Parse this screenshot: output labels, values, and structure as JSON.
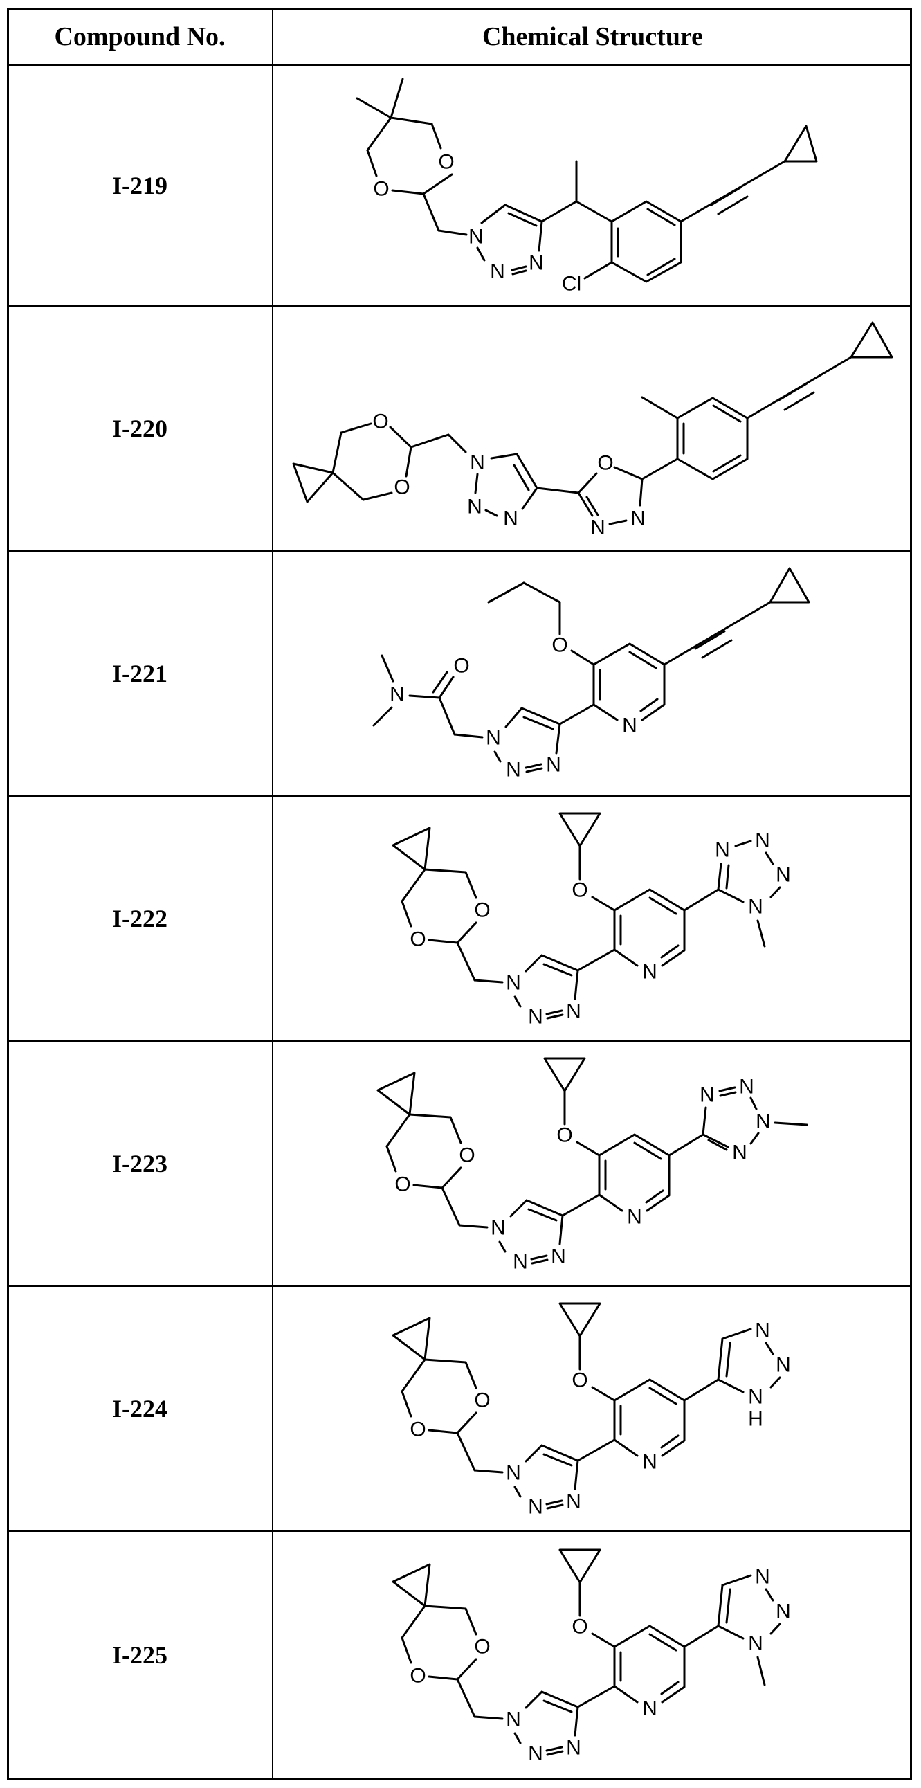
{
  "table": {
    "headers": {
      "compound_no": "Compound No.",
      "structure": "Chemical Structure"
    },
    "rows": [
      {
        "compound": "I-219",
        "structure_desc": "2-(5,5-dimethyl-1,3-dioxan-2-yl)methyl-1,2,3-triazol-4-yl ethyl linked to 2-chloro-5-(cyclopropylethynyl)phenyl",
        "atom_labels": [
          "O",
          "O",
          "N",
          "N",
          "N",
          "Cl"
        ]
      },
      {
        "compound": "I-220",
        "structure_desc": "5,7-dioxaspiro[2.5]octan-6-ylmethyl triazole linked to 1,3,4-oxadiazole bearing 2-methyl-4-(cyclopropylethynyl)phenyl",
        "atom_labels": [
          "O",
          "O",
          "N",
          "N",
          "N",
          "O",
          "N",
          "N"
        ]
      },
      {
        "compound": "I-221",
        "structure_desc": "N,N-dimethyl-2-[4-(3-propoxy-5-(cyclopropylethynyl)pyridin-2-yl)-1,2,3-triazol-1-yl]acetamide",
        "atom_labels": [
          "N",
          "O",
          "N",
          "N",
          "N",
          "O",
          "N"
        ]
      },
      {
        "compound": "I-222",
        "structure_desc": "dioxaspirooctane triazole pyridine with 3-cyclopropoxy and 5-(1-methyltetrazol-5-yl)",
        "atom_labels": [
          "O",
          "O",
          "N",
          "N",
          "N",
          "O",
          "N",
          "N",
          "N",
          "N",
          "N"
        ]
      },
      {
        "compound": "I-223",
        "structure_desc": "dioxaspirooctane triazole pyridine with 3-cyclopropoxy and 5-(2-methyltetrazol-5-yl)",
        "atom_labels": [
          "O",
          "O",
          "N",
          "N",
          "N",
          "O",
          "N",
          "N",
          "N",
          "N",
          "N"
        ]
      },
      {
        "compound": "I-224",
        "structure_desc": "dioxaspirooctane triazole pyridine with 3-cyclopropoxy and 5-(1H-1,2,3-triazol-5-yl)",
        "atom_labels": [
          "O",
          "O",
          "N",
          "N",
          "N",
          "O",
          "N",
          "N",
          "N",
          "N",
          "H"
        ]
      },
      {
        "compound": "I-225",
        "structure_desc": "dioxaspirooctane triazole pyridine with 3-cyclopropoxy and 5-(1-methyl-1,2,3-triazol-5-yl)",
        "atom_labels": [
          "O",
          "O",
          "N",
          "N",
          "N",
          "O",
          "N",
          "N",
          "N",
          "N"
        ]
      }
    ]
  },
  "atoms": {
    "O": "O",
    "N": "N",
    "Cl": "Cl",
    "H": "H"
  },
  "colors": {
    "ink": "#000000",
    "background": "#ffffff"
  }
}
